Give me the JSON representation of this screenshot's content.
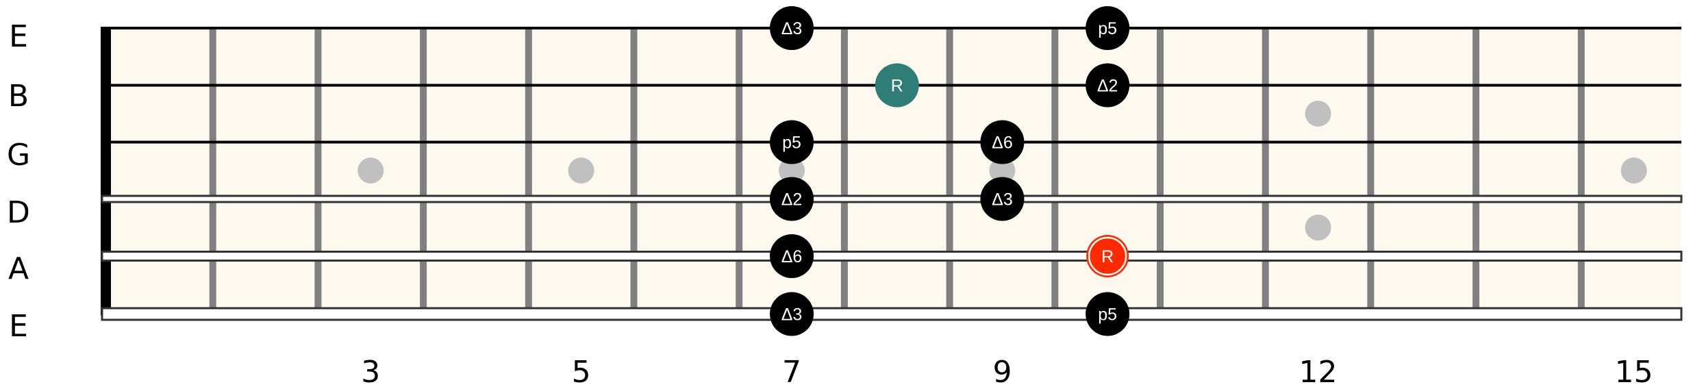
{
  "strings": [
    "E",
    "B",
    "G",
    "D",
    "A",
    "E"
  ],
  "fret_count": 14,
  "fret_numbers": [
    {
      "fret": 3,
      "label": "3"
    },
    {
      "fret": 5,
      "label": "5"
    },
    {
      "fret": 7,
      "label": "7"
    },
    {
      "fret": 9,
      "label": "9"
    },
    {
      "fret": 12,
      "label": "12"
    },
    {
      "fret": 15,
      "label": "15"
    }
  ],
  "inlay_dots": [
    3,
    5,
    7,
    9,
    12,
    15
  ],
  "double_dot_frets": [
    12
  ],
  "notes": [
    {
      "string": 0,
      "fret": 7,
      "label": "Δ3",
      "style": "normal"
    },
    {
      "string": 0,
      "fret": 10,
      "label": "p5",
      "style": "normal"
    },
    {
      "string": 1,
      "fret": 8,
      "label": "R",
      "style": "alt-root"
    },
    {
      "string": 1,
      "fret": 10,
      "label": "Δ2",
      "style": "normal"
    },
    {
      "string": 2,
      "fret": 7,
      "label": "p5",
      "style": "normal"
    },
    {
      "string": 2,
      "fret": 9,
      "label": "Δ6",
      "style": "normal"
    },
    {
      "string": 3,
      "fret": 7,
      "label": "Δ2",
      "style": "normal"
    },
    {
      "string": 3,
      "fret": 9,
      "label": "Δ3",
      "style": "normal"
    },
    {
      "string": 4,
      "fret": 7,
      "label": "Δ6",
      "style": "normal"
    },
    {
      "string": 4,
      "fret": 10,
      "label": "R",
      "style": "root"
    },
    {
      "string": 5,
      "fret": 7,
      "label": "Δ3",
      "style": "normal"
    },
    {
      "string": 5,
      "fret": 10,
      "label": "p5",
      "style": "normal"
    }
  ],
  "colors": {
    "board": "#fdf9ee",
    "fret": "#808080",
    "nut": "#000000",
    "inlay": "#c0c0c0",
    "note": "#000000",
    "alt_root": "#2e7d76",
    "root": "#ff2a00"
  }
}
